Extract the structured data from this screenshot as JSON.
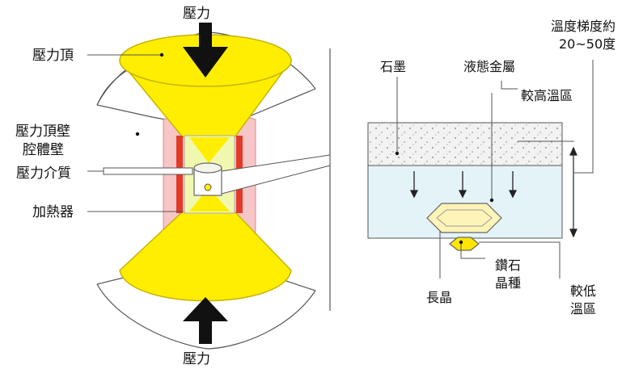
{
  "left": {
    "pressure_top": "壓力",
    "pressure_bottom": "壓力",
    "anvil": "壓力頂",
    "anvil_wall": "壓力頂壁",
    "cavity_wall": "腔體壁",
    "medium": "壓力介質",
    "heater": "加熱器"
  },
  "right": {
    "graphite": "石墨",
    "molten_metal": "液態金屬",
    "gradient_line1": "溫度梯度約",
    "gradient_line2": "20~50度",
    "hot_zone": "較高溫區",
    "seed_line1": "鑽石",
    "seed_line2": "晶種",
    "growth": "長晶",
    "cold_line1": "較低",
    "cold_line2": "溫區"
  },
  "colors": {
    "anvil": "#ffee00",
    "anvil_stroke": "#c8b400",
    "wall_pink": "#f6c6c6",
    "heater_red": "#e23a2a",
    "cell_green": "#f0f8b0",
    "liquid": "#e4f3f8",
    "graphite": "#f2f2f2",
    "crystal": "#fff4b8"
  }
}
